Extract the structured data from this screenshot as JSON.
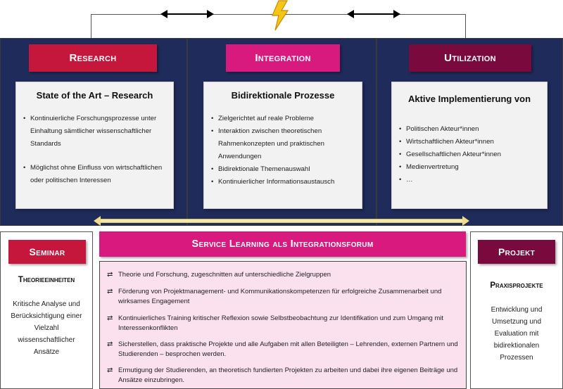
{
  "colors": {
    "navy": "#1f2b5a",
    "research": "#c5163c",
    "integration": "#d81a7e",
    "utilization": "#7a0a3e",
    "pink_bg": "#fbe0ee",
    "yellow_arrow": "#f6e9a8"
  },
  "icons": {
    "bullet_icon": "link-icon",
    "connector": "lightning-icon"
  },
  "research": {
    "header": "Research",
    "title": "State of the Art – Research",
    "items": [
      "Kontinuierliche Forschungsprozesse unter Einhaltung sämtlicher wissenschaftlicher Standards",
      "Möglichst ohne Einfluss von wirtschaftlichen oder politischen Interessen"
    ]
  },
  "integration": {
    "header": "Integration",
    "title": "Bidirektionale Prozesse",
    "items": [
      "Zielgerichtet auf reale Probleme",
      "Interaktion zwischen theoretischen Rahmenkonzepten und praktischen Anwendungen",
      "Bidirektionale Themenauswahl",
      "Kontinuierlicher Informationsaustausch"
    ]
  },
  "utilization": {
    "header": "Utilization",
    "title": "Aktive Implementierung von",
    "items": [
      "Politischen Akteur*innen",
      "Wirtschaftlichen Akteur*innen",
      "Gesellschaftlichen Akteur*innen",
      "Medienvertretung",
      "…"
    ]
  },
  "seminar": {
    "header": "Seminar",
    "subtitle": "Theorieeinheiten",
    "body": "Kritische Analyse und Berücksichtigung einer Vielzahl wissenschaftlicher Ansätze"
  },
  "service_learning": {
    "header": "Service Learning als Integrationsforum",
    "items": [
      "Theorie und Forschung, zugeschnitten auf unterschiedliche Zielgruppen",
      "Förderung von Projektmanagement- und Kommunikationskompetenzen für erfolgreiche Zusammenarbeit und wirksames Engagement",
      "Kontinuierliches Training kritischer Reflexion sowie Selbstbeobachtung zur Identifikation und zum Umgang mit Interessenkonflikten",
      "Sicherstellen, dass praktische Projekte und alle Aufgaben mit allen Beteiligten – Lehrenden, externen Partnern und Studierenden – besprochen werden.",
      "Ermutigung der Studierenden, an theoretisch fundierten Projekten zu arbeiten und dabei ihre eigenen Beiträge und Ansätze einzubringen."
    ]
  },
  "projekt": {
    "header": "Projekt",
    "subtitle": "Praxisprojekte",
    "body": "Entwicklung und Umsetzung und Evaluation mit bidirektionalen Prozessen"
  }
}
